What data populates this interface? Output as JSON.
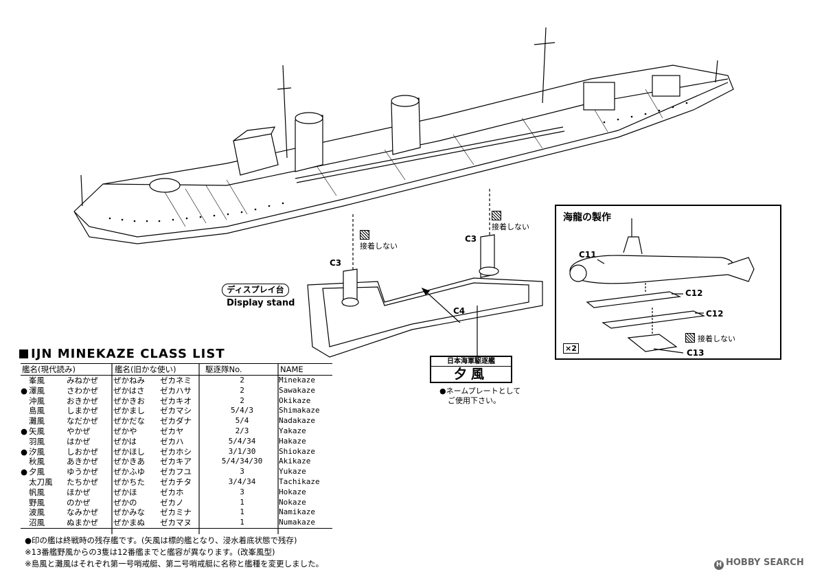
{
  "labels": {
    "c3_left": "C3",
    "c3_right": "C3",
    "c4": "C4",
    "c11": "C11",
    "c12_a": "C12",
    "c12_b": "C12",
    "c13": "C13",
    "display_stand_jp": "ディスプレイ台",
    "display_stand_en": "Display stand",
    "no_glue_1": "接着しない",
    "no_glue_2": "接着しない",
    "no_glue_3": "接着しない",
    "nameplate_note_1": "●ネームプレートとして",
    "nameplate_note_2": "ご使用下さい。"
  },
  "nameplate": {
    "line1": "日本海軍駆逐艦",
    "line2": "夕風"
  },
  "kairyu": {
    "title": "海龍の製作",
    "multiplier": "×2"
  },
  "class_list": {
    "heading": "IJN MINEKAZE CLASS LIST",
    "headers": [
      "艦名(現代読み)",
      "艦名(旧かな使い)",
      "駆逐隊No.",
      "NAME"
    ],
    "rows": [
      {
        "mark": "",
        "kanji": "峯風",
        "modern": "みねかぜ",
        "old_hira": "ぜかねみ",
        "old_kata": "ゼカネミ",
        "division": "2",
        "name": "Minekaze"
      },
      {
        "mark": "●",
        "kanji": "澤風",
        "modern": "さわかぜ",
        "old_hira": "ぜかはさ",
        "old_kata": "ゼカハサ",
        "division": "2",
        "name": "Sawakaze"
      },
      {
        "mark": "",
        "kanji": "沖風",
        "modern": "おきかぜ",
        "old_hira": "ぜかきお",
        "old_kata": "ゼカキオ",
        "division": "2",
        "name": "Okikaze"
      },
      {
        "mark": "",
        "kanji": "島風",
        "modern": "しまかぜ",
        "old_hira": "ぜかまし",
        "old_kata": "ゼカマシ",
        "division": "5/4/3",
        "name": "Shimakaze"
      },
      {
        "mark": "",
        "kanji": "灘風",
        "modern": "なだかぜ",
        "old_hira": "ぜかだな",
        "old_kata": "ゼカダナ",
        "division": "5/4",
        "name": "Nadakaze"
      },
      {
        "mark": "●",
        "kanji": "矢風",
        "modern": "やかぜ",
        "old_hira": "ぜかや",
        "old_kata": "ゼカヤ",
        "division": "2/3",
        "name": "Yakaze"
      },
      {
        "mark": "",
        "kanji": "羽風",
        "modern": "はかぜ",
        "old_hira": "ぜかは",
        "old_kata": "ゼカハ",
        "division": "5/4/34",
        "name": "Hakaze"
      },
      {
        "mark": "●",
        "kanji": "汐風",
        "modern": "しおかぜ",
        "old_hira": "ぜかほし",
        "old_kata": "ゼカホシ",
        "division": "3/1/30",
        "name": "Shiokaze"
      },
      {
        "mark": "",
        "kanji": "秋風",
        "modern": "あきかぜ",
        "old_hira": "ぜかきあ",
        "old_kata": "ゼカキア",
        "division": "5/4/34/30",
        "name": "Akikaze"
      },
      {
        "mark": "●",
        "kanji": "夕風",
        "modern": "ゆうかぜ",
        "old_hira": "ぜかふゆ",
        "old_kata": "ゼカフユ",
        "division": "3",
        "name": "Yukaze"
      },
      {
        "mark": "",
        "kanji": "太刀風",
        "modern": "たちかぜ",
        "old_hira": "ぜかちた",
        "old_kata": "ゼカチタ",
        "division": "3/4/34",
        "name": "Tachikaze"
      },
      {
        "mark": "",
        "kanji": "帆風",
        "modern": "ほかぜ",
        "old_hira": "ぜかほ",
        "old_kata": "ゼカホ",
        "division": "3",
        "name": "Hokaze"
      },
      {
        "mark": "",
        "kanji": "野風",
        "modern": "のかぜ",
        "old_hira": "ぜかの",
        "old_kata": "ゼカノ",
        "division": "1",
        "name": "Nokaze"
      },
      {
        "mark": "",
        "kanji": "波風",
        "modern": "なみかぜ",
        "old_hira": "ぜかみな",
        "old_kata": "ゼカミナ",
        "division": "1",
        "name": "Namikaze"
      },
      {
        "mark": "",
        "kanji": "沼風",
        "modern": "ぬまかぜ",
        "old_hira": "ぜかまぬ",
        "old_kata": "ゼカマヌ",
        "division": "1",
        "name": "Numakaze"
      }
    ],
    "notes": [
      "●印の艦は終戦時の残存艦です。(矢風は標的艦となり、浸水着底状態で残存)",
      "※13番艦野風からの3隻は12番艦までと艦容が異なります。(改峯風型)",
      "※島風と灘風はそれぞれ第一号哨戒艇、第二号哨戒艇に名称と艦種を変更しました。"
    ]
  },
  "watermark": "HOBBY SEARCH",
  "watermark_mark": "H"
}
